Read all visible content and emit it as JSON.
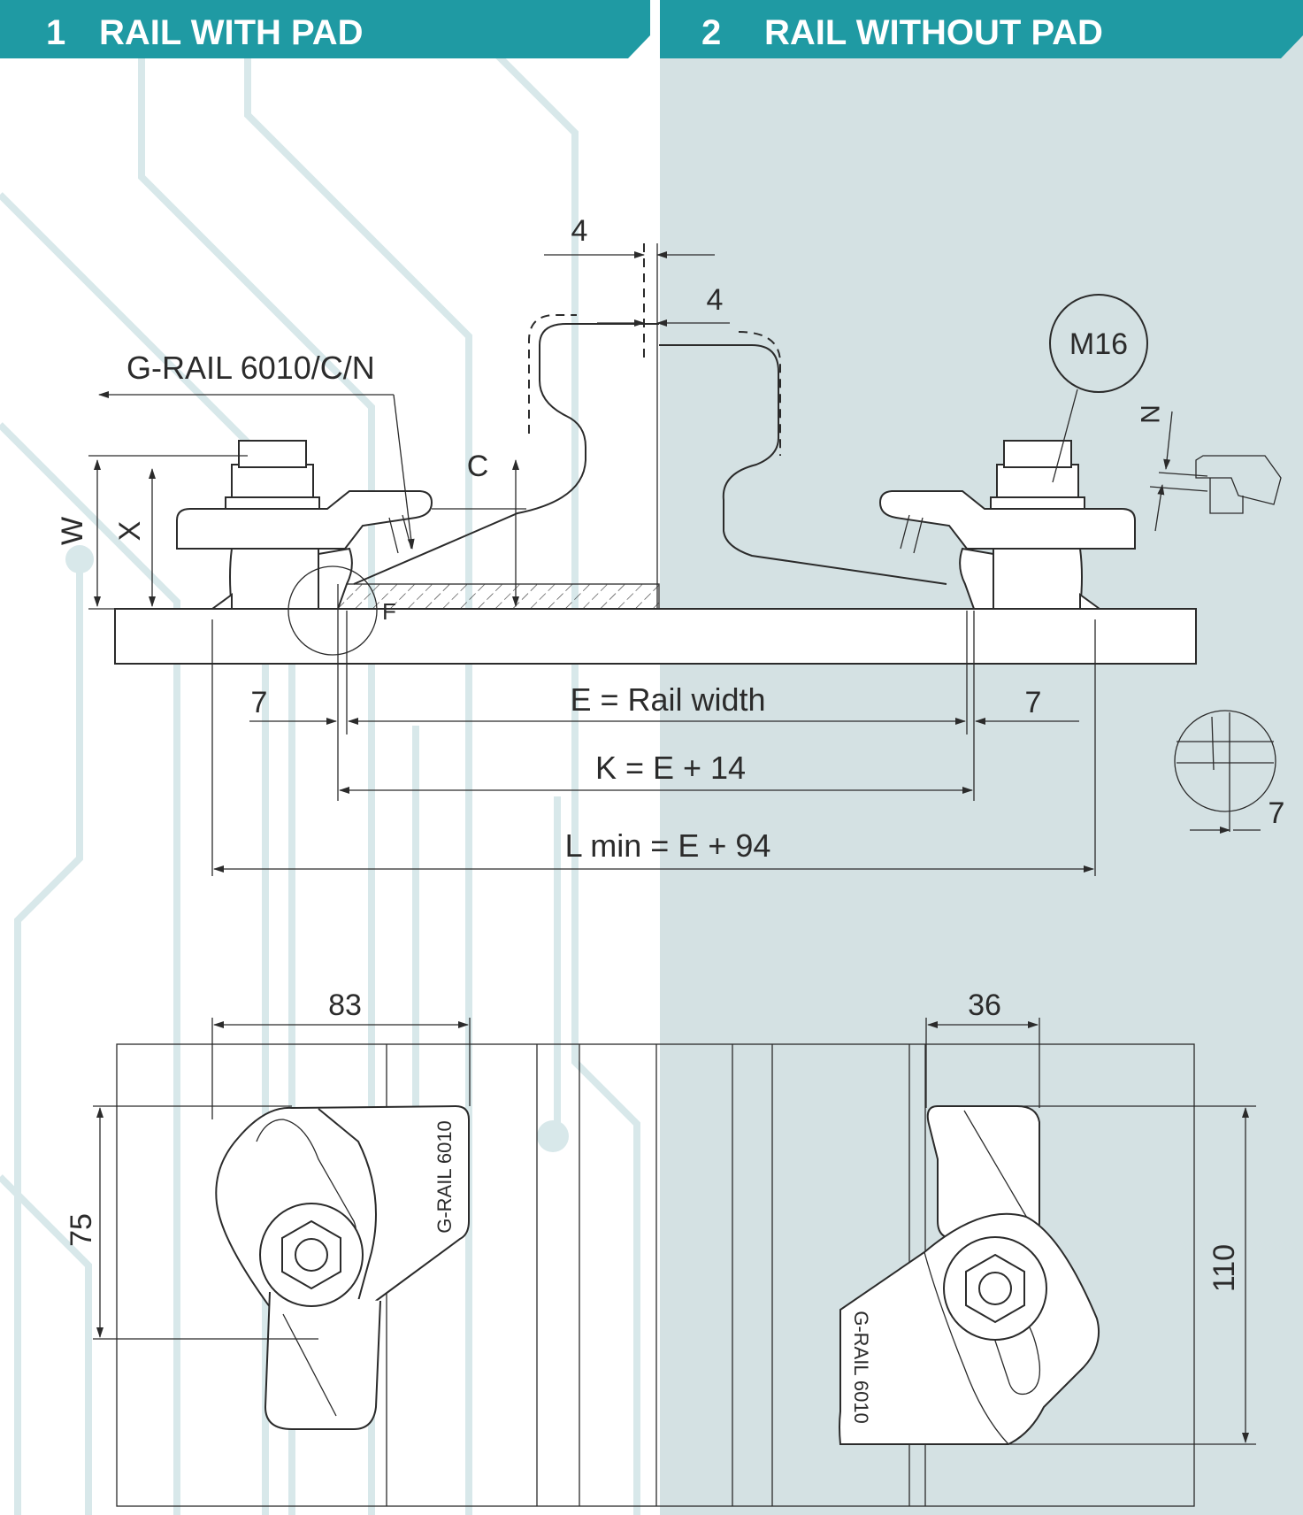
{
  "header": {
    "left": {
      "number": "1",
      "title": "RAIL WITH PAD"
    },
    "right": {
      "number": "2",
      "title": "RAIL WITHOUT PAD"
    }
  },
  "colors": {
    "header_teal": "#1f9aa3",
    "right_panel_bg": "#d4e1e3",
    "circuit_lines": "#d8e8ea",
    "line_art": "#2b2b2b"
  },
  "side_view": {
    "product_label": "G-RAIL 6010/C/N",
    "bolt_label": "M16",
    "dimension_labels": {
      "top_offset_1": "4",
      "top_offset_2": "4",
      "W": "W",
      "X": "X",
      "C": "C",
      "N": "N",
      "F": "F",
      "clip_gap_left": "7",
      "clip_gap_right": "7",
      "rail_width": "E = Rail width",
      "K": "K = E + 14",
      "L_min": "L min = E + 94",
      "detail_gap": "7"
    }
  },
  "plan_view": {
    "dimension_labels": {
      "clip_length_left": "83",
      "clip_width_left": "75",
      "clip_length_right": "36",
      "clip_width_right": "110"
    },
    "clip_engraving_left": "G-RAIL 6010",
    "clip_engraving_right": "G-RAIL 6010"
  }
}
